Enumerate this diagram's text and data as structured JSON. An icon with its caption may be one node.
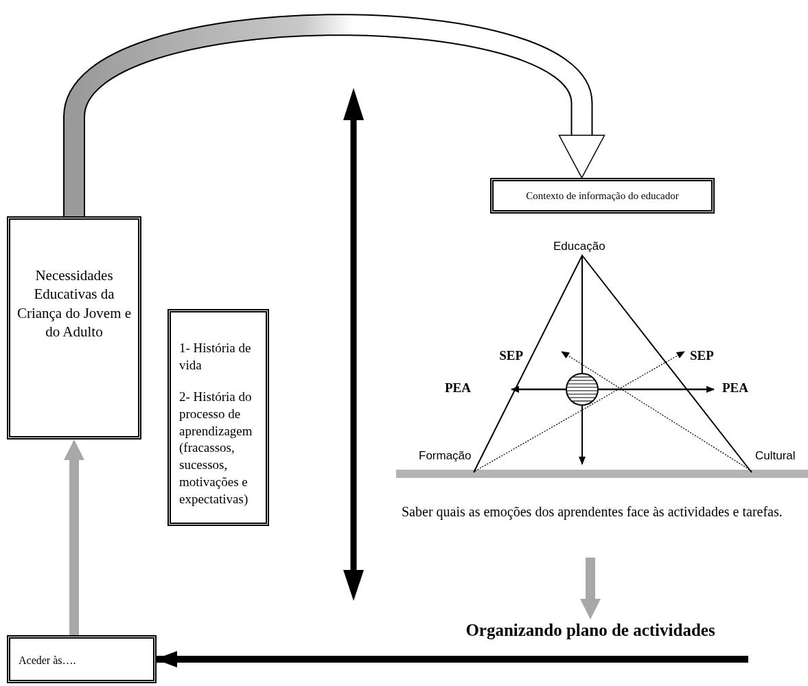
{
  "diagram": {
    "nodes": [
      {
        "text": [
          "Necessidades Educativas da Criança do Jovem e do Adulto"
        ]
      },
      {
        "text": [
          "1- História de vida",
          "2- História do processo de aprendizagem (fracassos, sucessos, motivações e expectativas)"
        ]
      },
      {
        "text": [
          "Contexto de informação do educador"
        ]
      },
      {
        "text": [
          "Saber quais as emoções dos aprendentes face às actividades e tarefas."
        ]
      },
      {
        "text": [
          "Organizando plano de actividades"
        ]
      },
      {
        "text": [
          "Aceder às…."
        ]
      }
    ],
    "edges": [
      {
        "from": 0,
        "to": 2,
        "arrow": "to",
        "style": "thick"
      },
      {
        "from": 5,
        "to": 0,
        "arrow": "to",
        "color": "#a8a8a8"
      },
      {
        "from": 3,
        "to": 4,
        "arrow": "to",
        "color": "#a8a8a8"
      },
      {
        "from": 4,
        "to": 5,
        "arrow": "to"
      }
    ],
    "labels": [
      "Educação",
      "SEP",
      "SEP",
      "PEA",
      "PEA",
      "Formação",
      "Cultural"
    ]
  }
}
